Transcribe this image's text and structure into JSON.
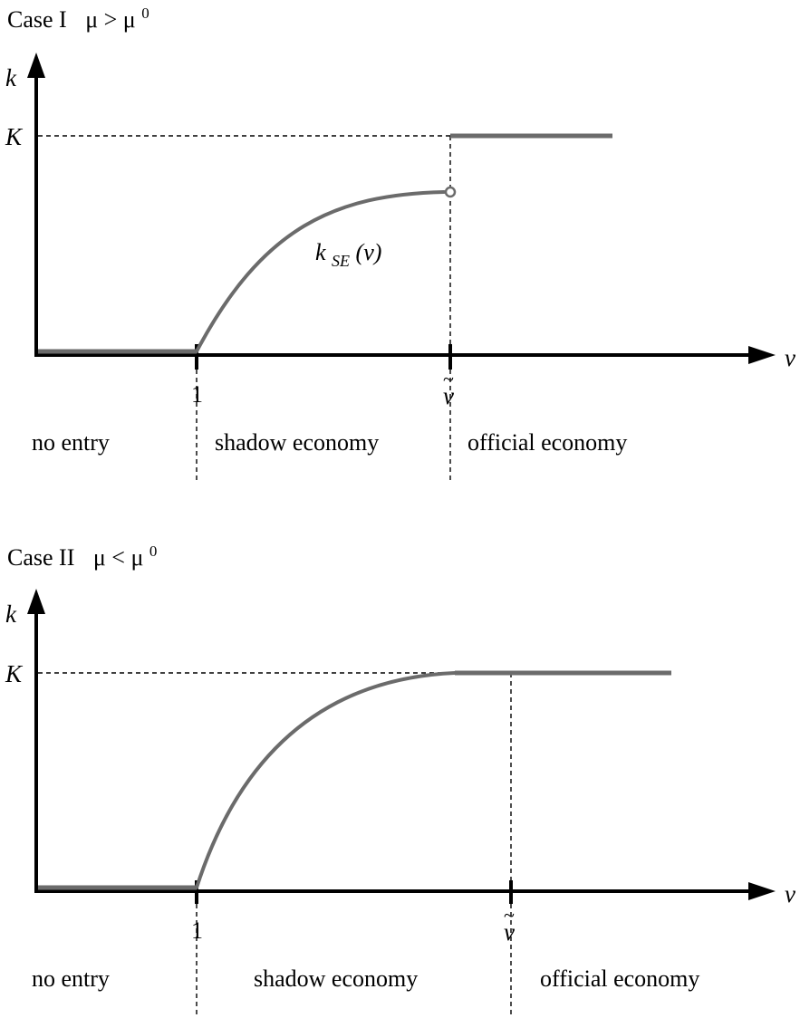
{
  "colors": {
    "curve": "#6b6b6b",
    "axis": "#000000"
  },
  "case1": {
    "title_case": "Case I",
    "title_condition": "μ > μ",
    "title_sup": "0",
    "y_axis_label": "k",
    "x_axis_label": "v",
    "k_level_label": "K",
    "tick_one": "1",
    "tick_vtilde_accent": "~",
    "tick_vtilde_base": "v",
    "curve_label_base": "k",
    "curve_label_sub": "SE",
    "curve_label_arg": "(v)",
    "region_left": "no entry",
    "region_middle": "shadow economy",
    "region_right": "official economy"
  },
  "case2": {
    "title_case": "Case II",
    "title_condition": "μ < μ",
    "title_sup": "0",
    "y_axis_label": "k",
    "x_axis_label": "v",
    "k_level_label": "K",
    "tick_one": "1",
    "tick_vtilde_accent": "~",
    "tick_vtilde_base": "v",
    "region_left": "no entry",
    "region_middle": "shadow economy",
    "region_right": "official economy"
  }
}
